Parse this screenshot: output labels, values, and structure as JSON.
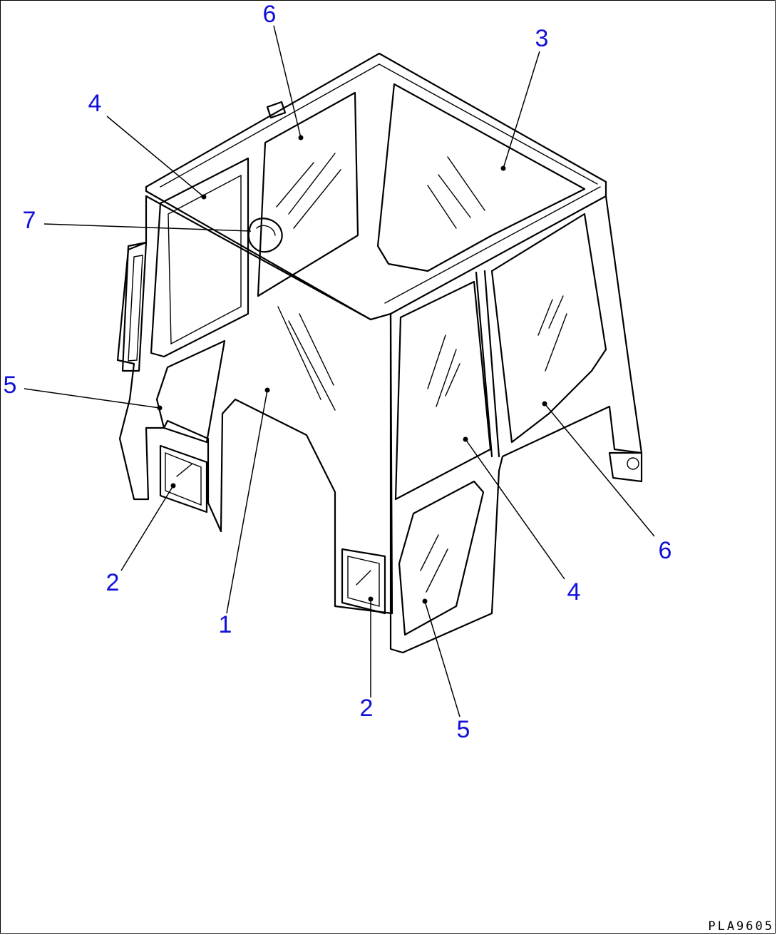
{
  "callouts": [
    {
      "id": "c6-top",
      "text": "6"
    },
    {
      "id": "c3",
      "text": "3"
    },
    {
      "id": "c4-left",
      "text": "4"
    },
    {
      "id": "c7",
      "text": "7"
    },
    {
      "id": "c5-left",
      "text": "5"
    },
    {
      "id": "c2-left",
      "text": "2"
    },
    {
      "id": "c1",
      "text": "1"
    },
    {
      "id": "c2-bottom",
      "text": "2"
    },
    {
      "id": "c5-bottom",
      "text": "5"
    },
    {
      "id": "c4-right",
      "text": "4"
    },
    {
      "id": "c6-right",
      "text": "6"
    }
  ],
  "drawing_id": "PLA9605",
  "colors": {
    "callout": "#1010d8",
    "line": "#000000"
  }
}
